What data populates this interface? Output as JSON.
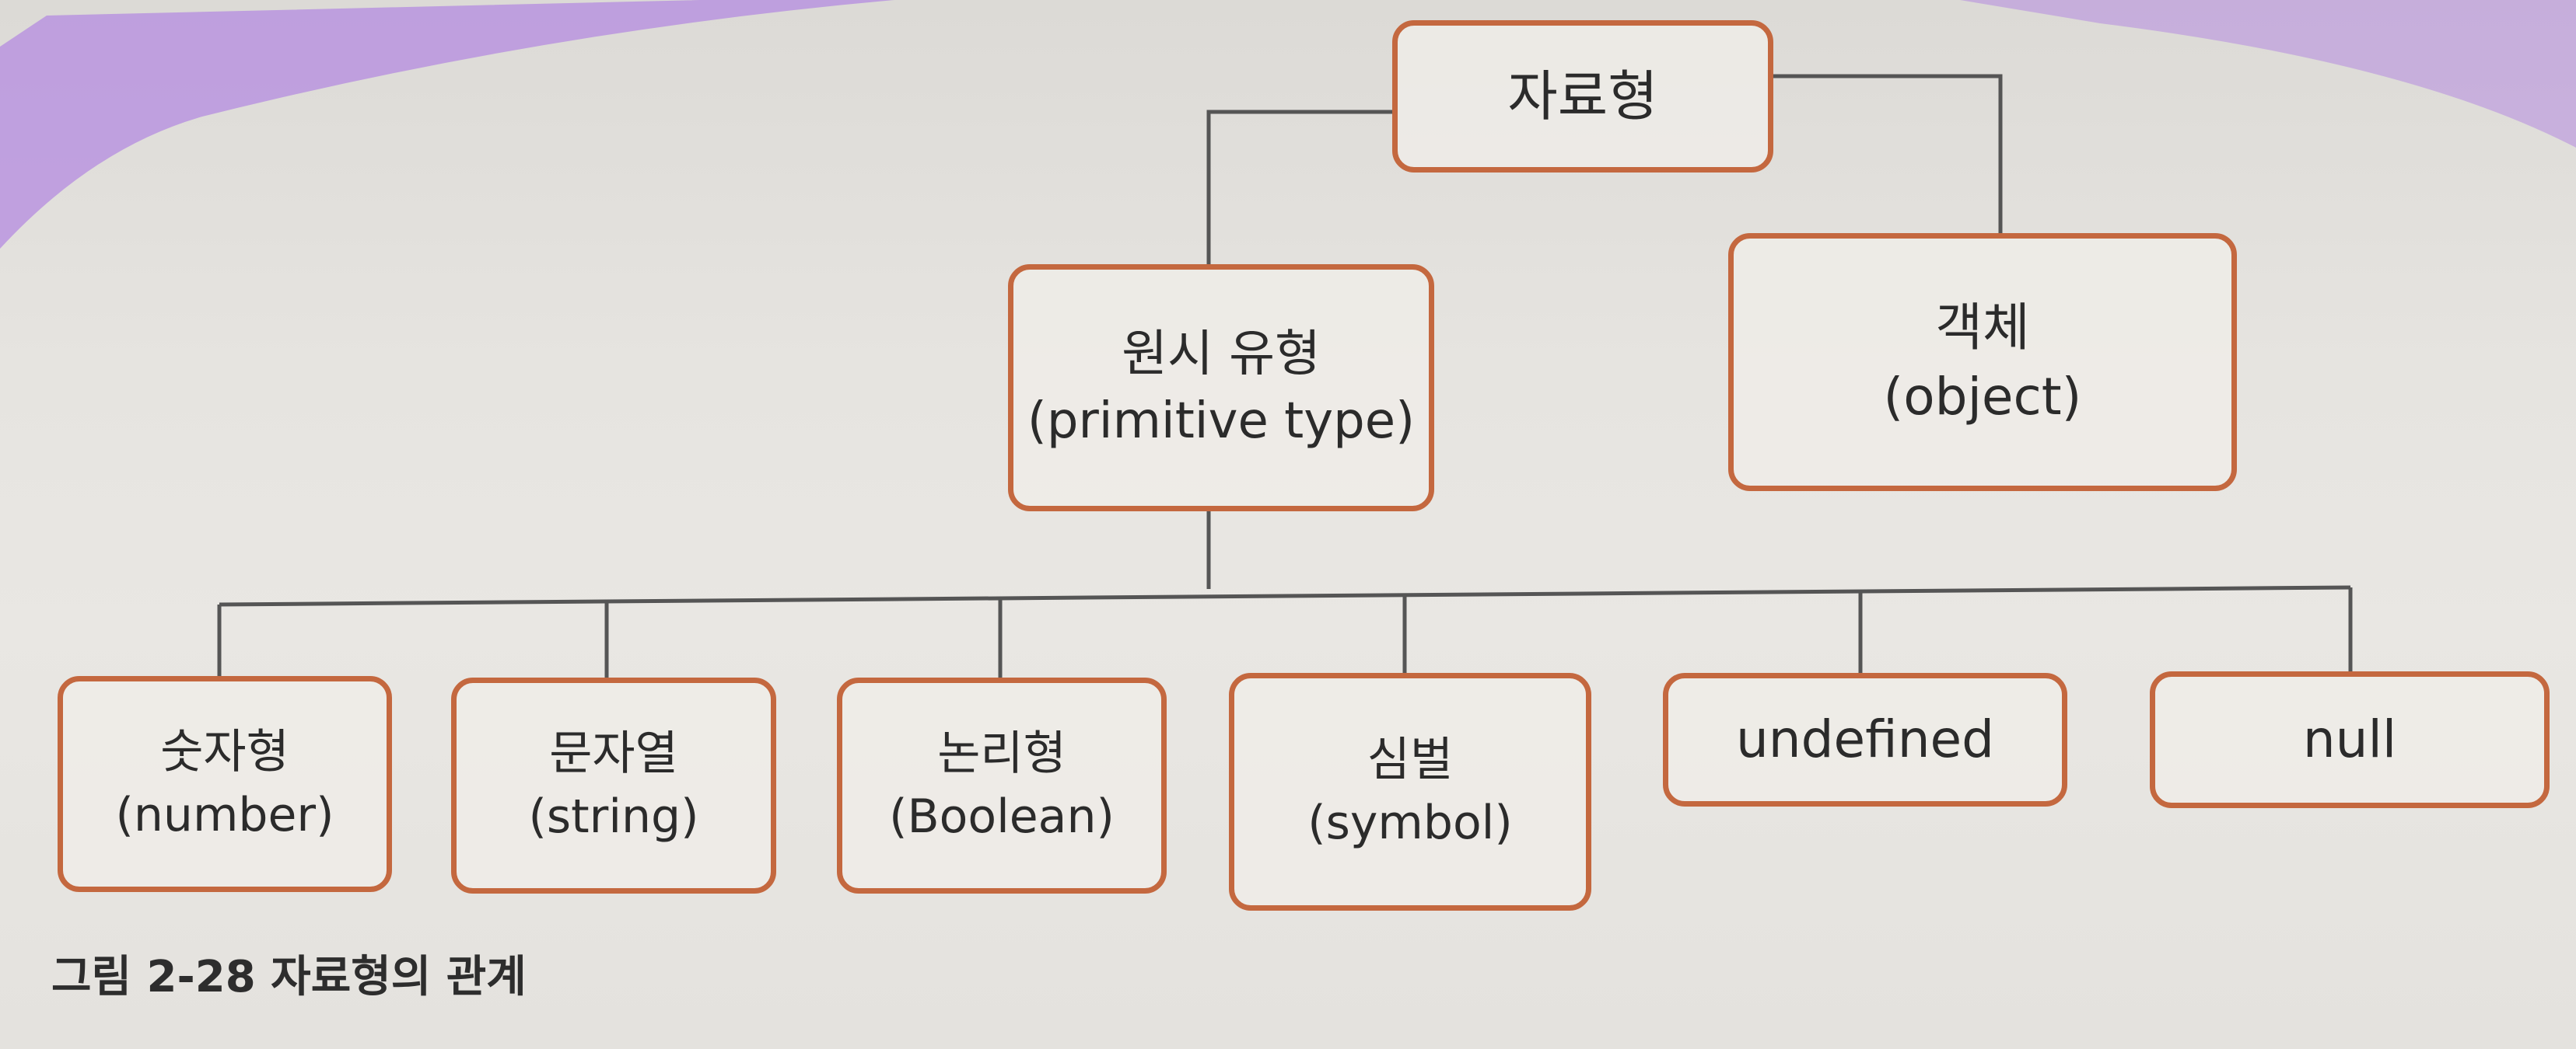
{
  "diagram": {
    "root": {
      "label": "자료형"
    },
    "primitive": {
      "label": "원시 유형",
      "sublabel": "(primitive type)"
    },
    "object": {
      "label": "객체",
      "sublabel": "(object)"
    },
    "leaves": [
      {
        "label": "숫자형",
        "sublabel": "(number)"
      },
      {
        "label": "문자열",
        "sublabel": "(string)"
      },
      {
        "label": "논리형",
        "sublabel": "(Boolean)"
      },
      {
        "label": "심벌",
        "sublabel": "(symbol)"
      },
      {
        "label": "undefined"
      },
      {
        "label": "null"
      }
    ],
    "caption": "그림 2-28 자료형의 관계"
  },
  "colors": {
    "box_border": "#c4683f",
    "connector": "#555555",
    "highlight_band": "#b48be0",
    "background": "#e6e4e0"
  }
}
